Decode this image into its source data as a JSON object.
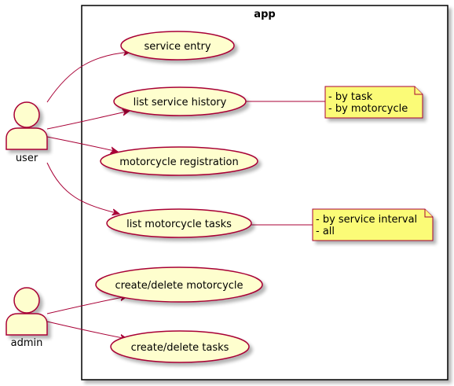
{
  "diagram": {
    "boundary": {
      "title": "app"
    },
    "actors": [
      {
        "id": "user",
        "label": "user"
      },
      {
        "id": "admin",
        "label": "admin"
      }
    ],
    "usecases": [
      {
        "id": "service-entry",
        "label": "service entry"
      },
      {
        "id": "list-service-history",
        "label": "list service history"
      },
      {
        "id": "motorcycle-registration",
        "label": "motorcycle registration"
      },
      {
        "id": "list-motorcycle-tasks",
        "label": "list motorcycle tasks"
      },
      {
        "id": "create-delete-motorcycle",
        "label": "create/delete motorcycle"
      },
      {
        "id": "create-delete-tasks",
        "label": "create/delete tasks"
      }
    ],
    "notes": [
      {
        "id": "history-note",
        "lines": [
          "- by task",
          "- by motorcycle"
        ]
      },
      {
        "id": "tasks-note",
        "lines": [
          "- by service interval",
          "- all"
        ]
      }
    ],
    "colors": {
      "usecase_fill": "#FEFECE",
      "usecase_stroke": "#A80036",
      "note_fill": "#FBFB77",
      "note_stroke": "#A80036",
      "line": "#A80036",
      "boundary_stroke": "#000000",
      "shadow": "#C8C8C8"
    }
  }
}
